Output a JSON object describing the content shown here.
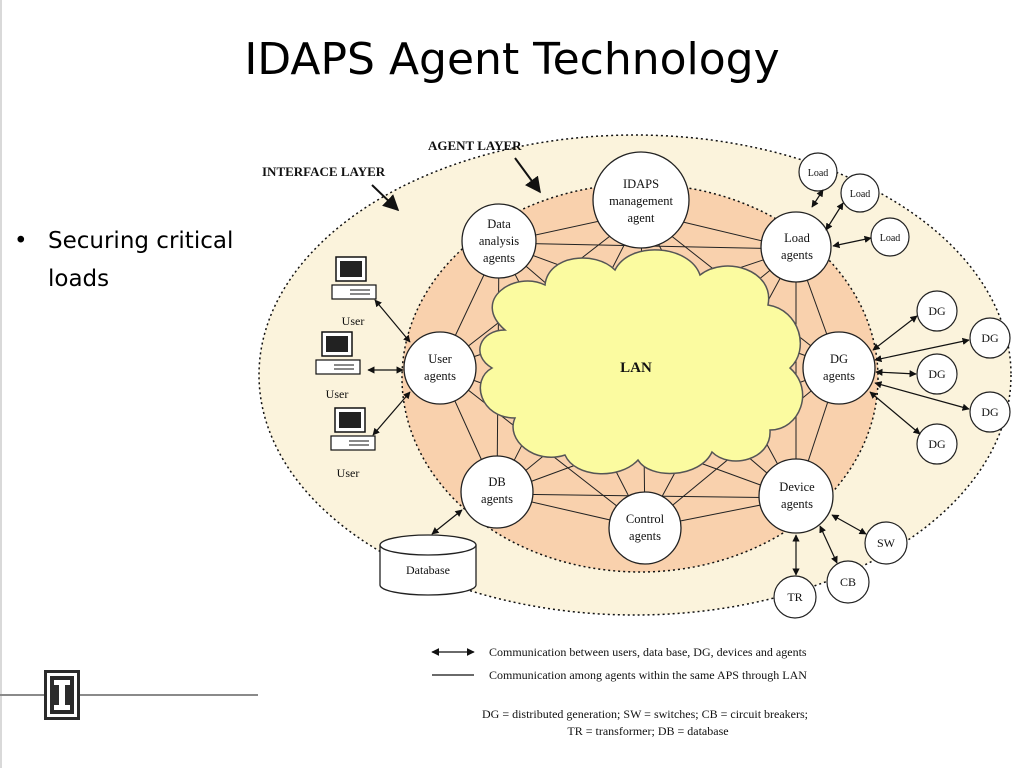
{
  "slide": {
    "title": "IDAPS Agent Technology",
    "bullets": [
      "Securing critical loads"
    ],
    "logo_letter": "I"
  },
  "diagram": {
    "layers": {
      "agent_layer": "AGENT LAYER",
      "interface_layer": "INTERFACE LAYER"
    },
    "lan": "LAN",
    "agents": {
      "idaps": [
        "IDAPS",
        "management",
        "agent"
      ],
      "data": [
        "Data",
        "analysis",
        "agents"
      ],
      "load": [
        "Load",
        "agents"
      ],
      "user": [
        "User",
        "agents"
      ],
      "dg": [
        "DG",
        "agents"
      ],
      "db": [
        "DB",
        "agents"
      ],
      "control": [
        "Control",
        "agents"
      ],
      "device": [
        "Device",
        "agents"
      ]
    },
    "users": [
      "User",
      "User",
      "User"
    ],
    "loads": [
      "Load",
      "Load",
      "Load"
    ],
    "dgs": [
      "DG",
      "DG",
      "DG",
      "DG",
      "DG"
    ],
    "devices": {
      "sw": "SW",
      "cb": "CB",
      "tr": "TR"
    },
    "database": "Database",
    "legend": {
      "arrow": "Communication between users, data base, DG, devices and agents",
      "line": "Communication among agents within the same APS through LAN"
    },
    "abbreviations": [
      "DG = distributed generation; SW = switches; CB = circuit breakers;",
      "TR = transformer; DB = database"
    ]
  },
  "colors": {
    "outer_fill": "#fbf3dc",
    "inner_fill": "#f9d1ad",
    "lan_fill": "#fbfba0",
    "lan_stroke": "#555555"
  }
}
